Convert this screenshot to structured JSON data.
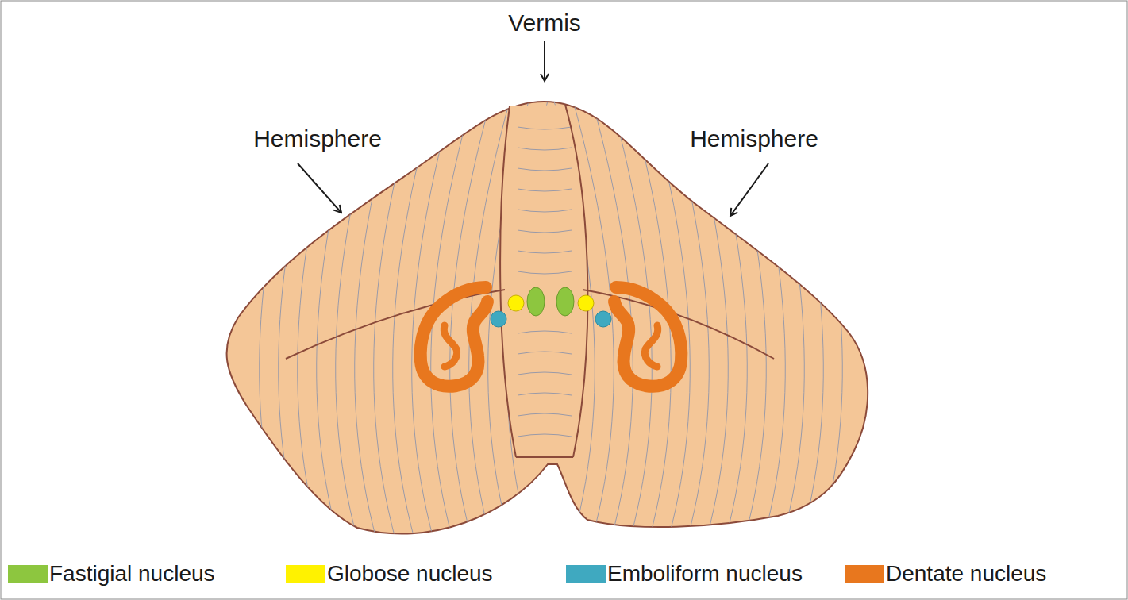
{
  "diagram": {
    "labels": [
      "Vermis",
      "Hemisphere",
      "Hemisphere"
    ],
    "legend": [
      {
        "text": "Fastigial nucleus",
        "color": "#8dc63f"
      },
      {
        "text": "Globose nucleus",
        "color": "#fff200"
      },
      {
        "text": "Emboliform nucleus",
        "color": "#3fa9c0"
      },
      {
        "text": "Dentate nucleus",
        "color": "#e8771e"
      }
    ]
  }
}
